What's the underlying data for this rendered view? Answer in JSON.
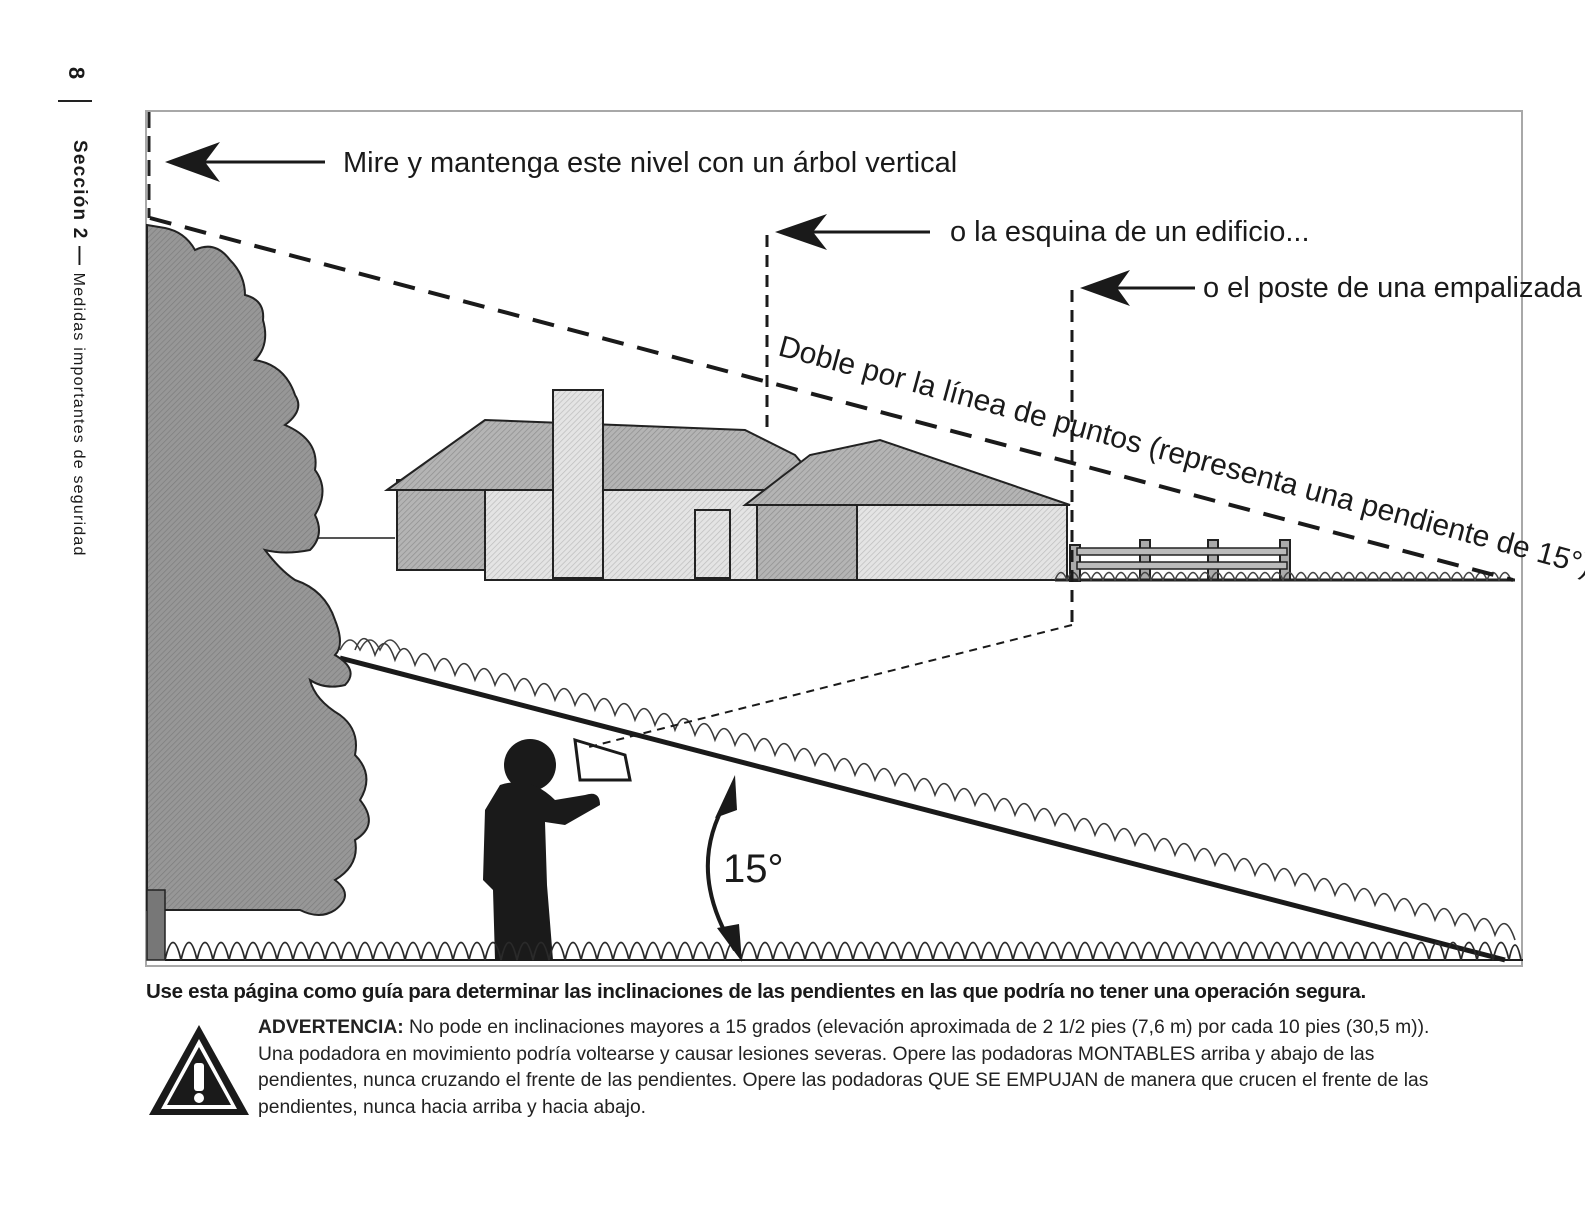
{
  "page": {
    "number": "8",
    "section_prefix": "Sección 2 — ",
    "section_title": "Medidas importantes de seguridad"
  },
  "figure": {
    "label_tree": "Mire y mantenga este nivel con un árbol vertical",
    "label_building": "o la esquina de un edificio...",
    "label_post": "o el poste de una empalizada",
    "fold_line": "Doble por la línea de puntos (representa una pendiente de 15°)",
    "angle_label": "15°",
    "icons": [
      "tree",
      "house",
      "fence",
      "person",
      "grass",
      "arrow-left-icon",
      "double-arrow-icon"
    ]
  },
  "caption": "Use esta página como guía para determinar las inclinaciones de las pendientes en las que podría no tener una operación segura.",
  "warning": {
    "label": "ADVERTENCIA:",
    "text": " No pode en inclinaciones mayores a 15 grados (elevación aproximada de 2 1/2 pies (7,6 m) por cada 10 pies (30,5 m)). Una podadora en movimiento podría voltearse y causar lesiones severas. Opere las podadoras MONTABLES arriba y abajo de las pendientes, nunca cruzando el frente de las pendientes. Opere las podadoras QUE SE EMPUJAN de manera que crucen el frente de las pendientes, nunca hacia arriba y hacia abajo.",
    "icon": "warning-triangle-icon"
  },
  "colors": {
    "figure_border": "#9a9a9a",
    "tree": "#8c8c8c",
    "dark": "#1a1a1a"
  }
}
